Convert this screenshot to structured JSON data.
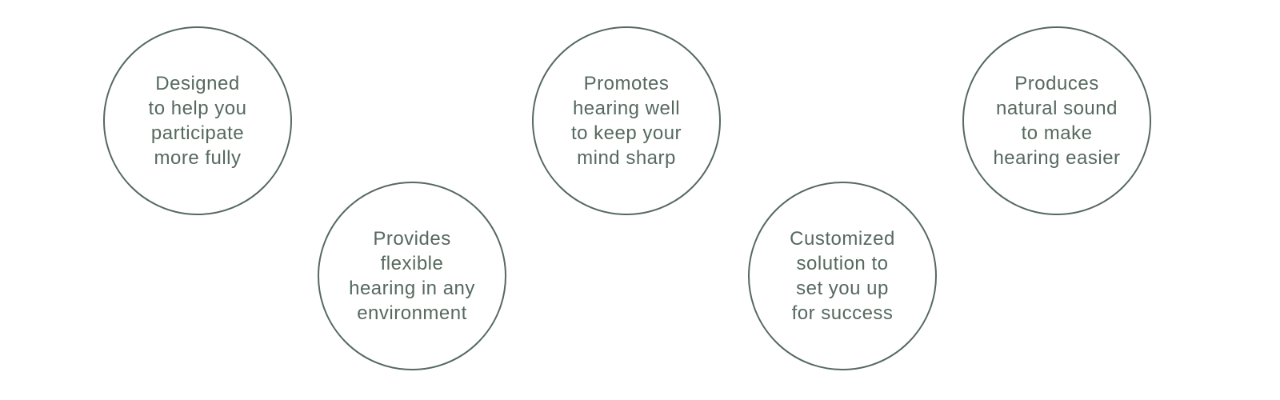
{
  "benefits": [
    {
      "text": "Designed\nto help you\nparticipate\nmore fully"
    },
    {
      "text": "Provides\nflexible\nhearing in any\nenvironment"
    },
    {
      "text": "Promotes\nhearing well\nto keep your\nmind sharp"
    },
    {
      "text": "Customized\nsolution to\nset you up\nfor success"
    },
    {
      "text": "Produces\nnatural sound\nto make\nhearing easier"
    }
  ],
  "colors": {
    "accent": "#56695f"
  }
}
